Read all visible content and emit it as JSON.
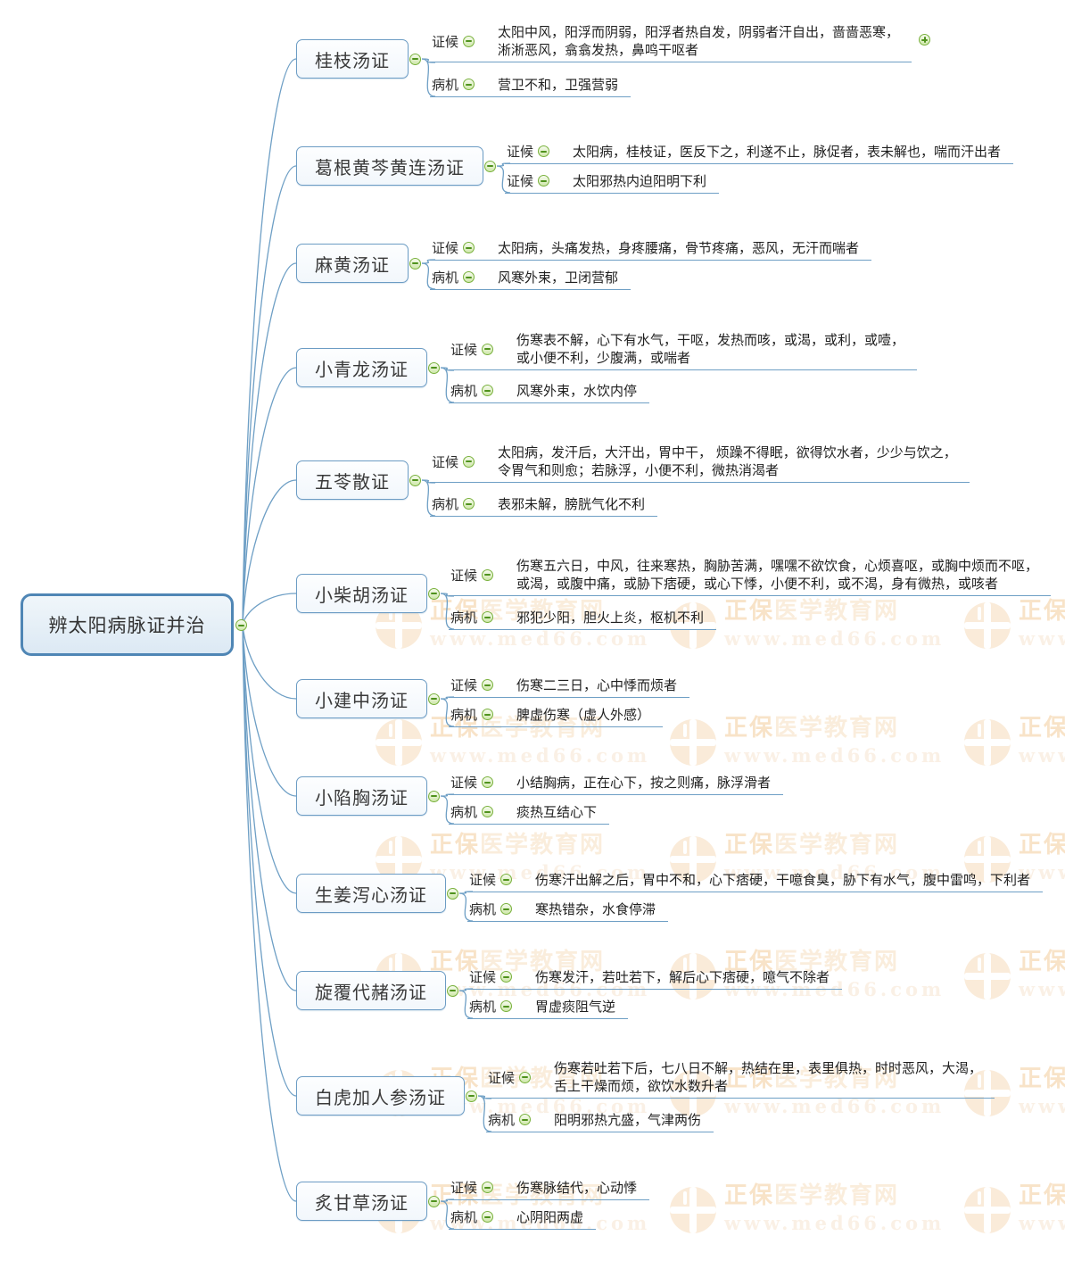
{
  "root": {
    "label": "辨太阳病脉证并治"
  },
  "watermark": {
    "brand_strong": "正保",
    "brand_rest": "医学教育网",
    "url": "www.med66.com"
  },
  "colors": {
    "connector_blue": "#6e9fc5",
    "root_border_blue": "#4f86b5",
    "topic_border_blue": "#6c9cc4",
    "icon_green": "#4f921d",
    "watermark_orange": "#f4d2a8"
  },
  "icons": {
    "collapse": "minus-circle",
    "expand": "plus-circle"
  },
  "topics": [
    {
      "label": "桂枝汤证",
      "entries": [
        {
          "label": "证候",
          "text": "太阳中风，阳浮而阴弱，阳浮者热自发，阴弱者汗自出，啬啬恶寒，\n淅淅恶风，翕翕发热，鼻鸣干呕者",
          "expand_icon": true
        },
        {
          "label": "病机",
          "text": "营卫不和，卫强营弱"
        }
      ]
    },
    {
      "label": "葛根黄芩黄连汤证",
      "entries": [
        {
          "label": "证候",
          "text": "太阳病，桂枝证，医反下之，利遂不止，脉促者，表未解也，喘而汗出者"
        },
        {
          "label": "证候",
          "text": "太阳邪热内迫阳明下利"
        }
      ]
    },
    {
      "label": "麻黄汤证",
      "entries": [
        {
          "label": "证候",
          "text": "太阳病，头痛发热，身疼腰痛，骨节疼痛，恶风，无汗而喘者"
        },
        {
          "label": "病机",
          "text": "风寒外束，卫闭营郁"
        }
      ]
    },
    {
      "label": "小青龙汤证",
      "entries": [
        {
          "label": "证候",
          "text": "伤寒表不解，心下有水气，干呕，发热而咳，或渴，或利，或噎，\n或小便不利，少腹满，或喘者"
        },
        {
          "label": "病机",
          "text": "风寒外束，水饮内停"
        }
      ]
    },
    {
      "label": "五苓散证",
      "entries": [
        {
          "label": "证候",
          "text": "太阳病，发汗后，大汗出，胃中干， 烦躁不得眠，欲得饮水者，少少与饮之，\n令胃气和则愈；若脉浮，小便不利，微热消渴者"
        },
        {
          "label": "病机",
          "text": "表邪未解，膀胱气化不利"
        }
      ]
    },
    {
      "label": "小柴胡汤证",
      "entries": [
        {
          "label": "证候",
          "text": "伤寒五六日，中风，往来寒热，胸胁苦满，嘿嘿不欲饮食，心烦喜呕，或胸中烦而不呕，\n或渴，或腹中痛，或胁下痞硬，或心下悸，小便不利，或不渴，身有微热，或咳者"
        },
        {
          "label": "病机",
          "text": "邪犯少阳，胆火上炎，枢机不利"
        }
      ]
    },
    {
      "label": "小建中汤证",
      "entries": [
        {
          "label": "证候",
          "text": "伤寒二三日，心中悸而烦者"
        },
        {
          "label": "病机",
          "text": "脾虚伤寒（虚人外感）"
        }
      ]
    },
    {
      "label": "小陷胸汤证",
      "entries": [
        {
          "label": "证候",
          "text": "小结胸病，正在心下，按之则痛，脉浮滑者"
        },
        {
          "label": "病机",
          "text": "痰热互结心下"
        }
      ]
    },
    {
      "label": "生姜泻心汤证",
      "entries": [
        {
          "label": "证候",
          "text": "伤寒汗出解之后，胃中不和，心下痞硬，干噫食臭，胁下有水气，腹中雷鸣，下利者"
        },
        {
          "label": "病机",
          "text": "寒热错杂，水食停滞"
        }
      ]
    },
    {
      "label": "旋覆代赭汤证",
      "entries": [
        {
          "label": "证候",
          "text": "伤寒发汗，若吐若下，解后心下痞硬，噫气不除者"
        },
        {
          "label": "病机",
          "text": "胃虚痰阻气逆"
        }
      ]
    },
    {
      "label": "白虎加人参汤证",
      "entries": [
        {
          "label": "证候",
          "text": "伤寒若吐若下后，七八日不解，热结在里，表里俱热，时时恶风，大渴，\n舌上干燥而烦，欲饮水数升者"
        },
        {
          "label": "病机",
          "text": "阳明邪热亢盛，气津两伤"
        }
      ]
    },
    {
      "label": "炙甘草汤证",
      "entries": [
        {
          "label": "证候",
          "text": "伤寒脉结代，心动悸"
        },
        {
          "label": "病机",
          "text": "心阴阳两虚"
        }
      ]
    }
  ]
}
